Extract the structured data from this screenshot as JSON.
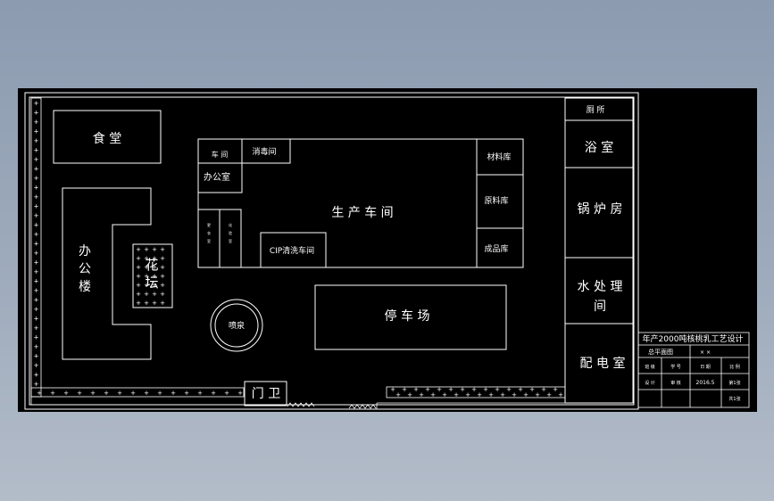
{
  "rooms": {
    "canteen": "食 堂",
    "office_building": "办\n公\n楼",
    "flower_bed": "花\n坛",
    "fountain": "喷泉",
    "guard": "门 卫",
    "production": "生 产 车 间",
    "disinfection": "消毒间",
    "workshop": "车 间",
    "workshop_office": "办公室",
    "cip": "CIP清洗车间",
    "small_left": "更衣室",
    "small_right": "化验室",
    "materials": "材料库",
    "raw_materials": "原料库",
    "finished_goods": "成品库",
    "parking": "停 车 场",
    "toilet": "厕 所",
    "bathroom": "浴 室",
    "boiler": "锅 炉 房",
    "water_treatment": "水 处 理\n间",
    "power_room": "配 电 室"
  },
  "title_block": {
    "title": "年产2000吨核桃乳工艺设计",
    "drawing_name": "总平面图",
    "r1c3": "×  ×",
    "r2c1": "班 级",
    "r2c2": "学 号",
    "r2c3": "日 期",
    "r2c4": "比 例",
    "r3c1": "设 计",
    "r3c2": "审 核",
    "r3c3": "2016.5",
    "r3c4": "第1张",
    "r4c4": "共1张"
  },
  "colors": {
    "background": "#000000",
    "lines": "#ffffff",
    "frame": "#8c9bb0"
  }
}
